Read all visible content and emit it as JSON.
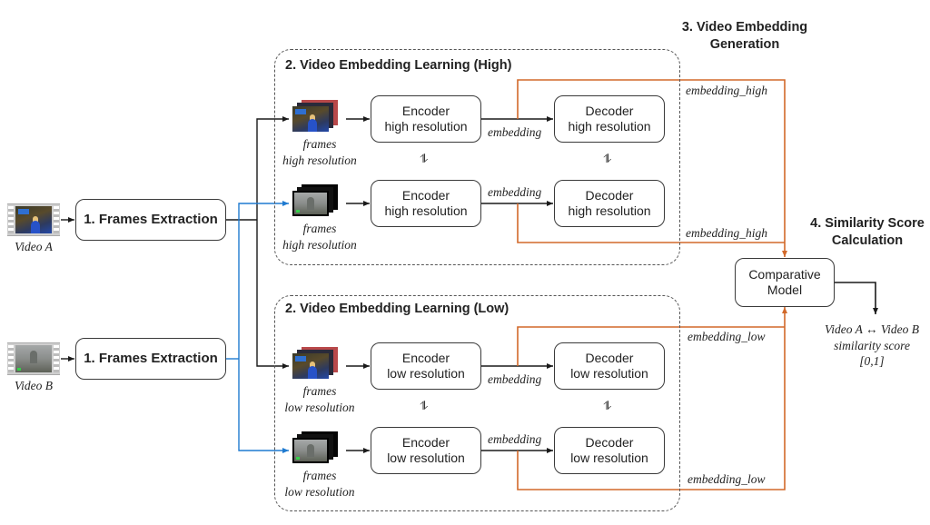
{
  "colors": {
    "wire_black": "#1a1a1a",
    "wire_blue": "#1f7ad0",
    "wire_orange": "#d2692a",
    "box_border": "#3a3a3a",
    "group_border": "#555555"
  },
  "inputs": [
    {
      "label": "Video A",
      "icon": "film-strip-icon"
    },
    {
      "label": "Video B",
      "icon": "film-strip-icon"
    }
  ],
  "extraction": {
    "label": "1. Frames Extraction"
  },
  "groups": {
    "high": {
      "title": "2. Video Embedding Learning (High)",
      "rows": [
        {
          "frames_label": [
            "frames",
            "high resolution"
          ],
          "encoder": [
            "Encoder",
            "high resolution"
          ],
          "embedding": "embedding",
          "decoder": [
            "Decoder",
            "high resolution"
          ],
          "output": "embedding_high"
        },
        {
          "frames_label": [
            "frames",
            "high resolution"
          ],
          "encoder": [
            "Encoder",
            "high resolution"
          ],
          "embedding": "embedding",
          "decoder": [
            "Decoder",
            "high resolution"
          ],
          "output": "embedding_high"
        }
      ]
    },
    "low": {
      "title": "2. Video Embedding Learning (Low)",
      "rows": [
        {
          "frames_label": [
            "frames",
            "low resolution"
          ],
          "encoder": [
            "Encoder",
            "low resolution"
          ],
          "embedding": "embedding",
          "decoder": [
            "Decoder",
            "low resolution"
          ],
          "output": "embedding_low"
        },
        {
          "frames_label": [
            "frames",
            "low resolution"
          ],
          "encoder": [
            "Encoder",
            "low resolution"
          ],
          "embedding": "embedding",
          "decoder": [
            "Decoder",
            "low resolution"
          ],
          "output": "embedding_low"
        }
      ]
    }
  },
  "swap_symbol": "⥮",
  "stage3": {
    "title_line1": "3. Video Embedding",
    "title_line2": "Generation"
  },
  "stage4": {
    "title_line1": "4. Similarity Score",
    "title_line2": "Calculation"
  },
  "comparative": {
    "line1": "Comparative",
    "line2": "Model"
  },
  "result": {
    "line1": "Video A ↔ Video B",
    "line2": "similarity score",
    "line3": "[0,1]"
  }
}
